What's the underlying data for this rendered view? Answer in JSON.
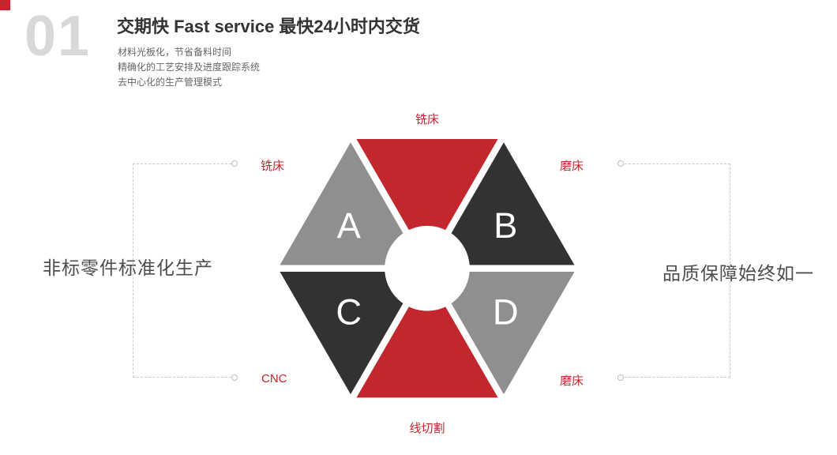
{
  "page": {
    "index_number": "01",
    "title": "交期快  Fast service 最快24小时内交货",
    "bullets": [
      "材料光板化，节省备料时间",
      "精确化的工艺安排及进度跟踪系统",
      "去中心化的生产管理模式"
    ]
  },
  "side_text": {
    "left": "非标零件标准化生产",
    "right": "品质保障始终如一"
  },
  "diagram": {
    "labels": {
      "top": "铣床",
      "upper_left": "铣床",
      "upper_right": "磨床",
      "lower_left": "CNC",
      "lower_right": "磨床",
      "bottom": "线切割"
    },
    "letters": {
      "a": "A",
      "b": "B",
      "c": "C",
      "d": "D"
    },
    "colors": {
      "red": "#c1272d",
      "dark": "#323232",
      "gray": "#8f8f8f",
      "accent_red": "#c1272d",
      "index_gray": "#d8d8d8"
    }
  }
}
